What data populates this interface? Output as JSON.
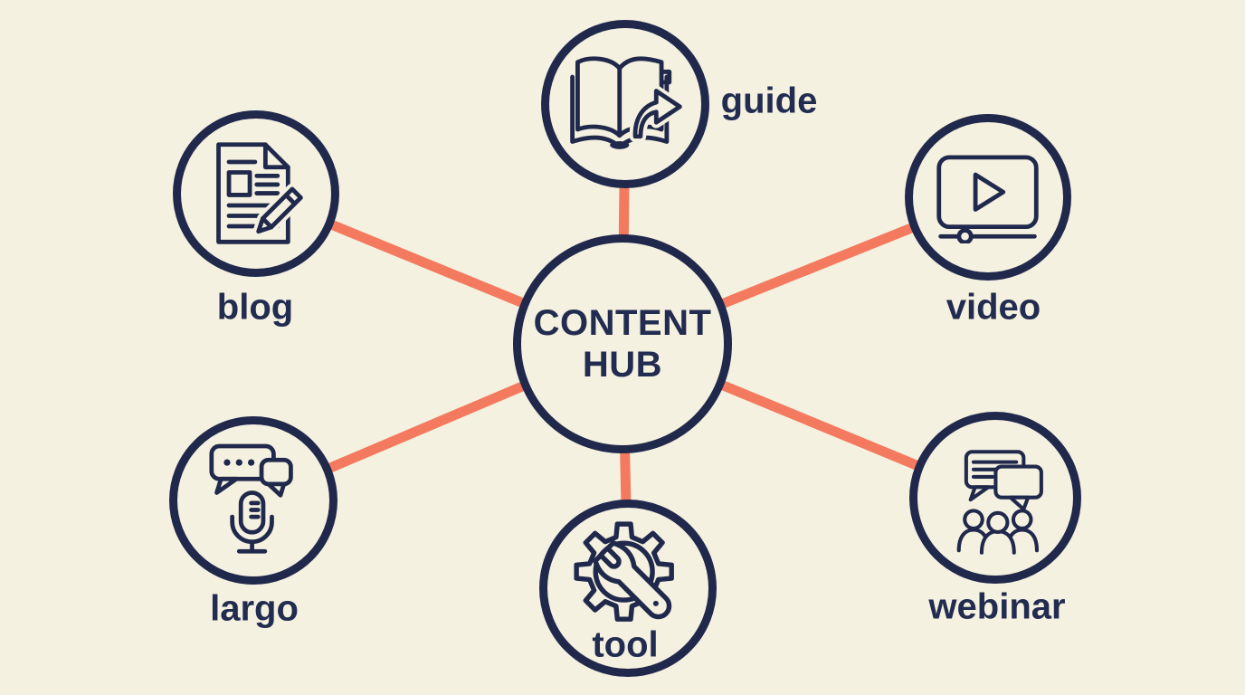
{
  "hub": {
    "label": "CONTENT HUB"
  },
  "nodes": [
    {
      "id": "guide",
      "label": "guide",
      "icon": "book-share-arrow-icon"
    },
    {
      "id": "blog",
      "label": "blog",
      "icon": "document-pen-icon"
    },
    {
      "id": "video",
      "label": "video",
      "icon": "video-player-icon"
    },
    {
      "id": "largo",
      "label": "largo",
      "icon": "speech-bubbles-microphone-icon"
    },
    {
      "id": "tool",
      "label": "tool",
      "icon": "gear-wrench-icon"
    },
    {
      "id": "webinar",
      "label": "webinar",
      "icon": "speech-bubbles-people-icon"
    }
  ],
  "colors": {
    "background": "#f5f1e0",
    "outline_navy": "#20294c",
    "connector_coral": "#f47a5f"
  }
}
